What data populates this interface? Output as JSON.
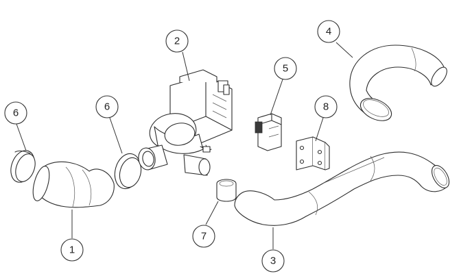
{
  "callouts": [
    {
      "id": "1",
      "label": "1"
    },
    {
      "id": "2",
      "label": "2"
    },
    {
      "id": "3",
      "label": "3"
    },
    {
      "id": "4",
      "label": "4"
    },
    {
      "id": "5",
      "label": "5"
    },
    {
      "id": "6a",
      "label": "6"
    },
    {
      "id": "6b",
      "label": "6"
    },
    {
      "id": "7",
      "label": "7"
    },
    {
      "id": "8",
      "label": "8"
    }
  ]
}
